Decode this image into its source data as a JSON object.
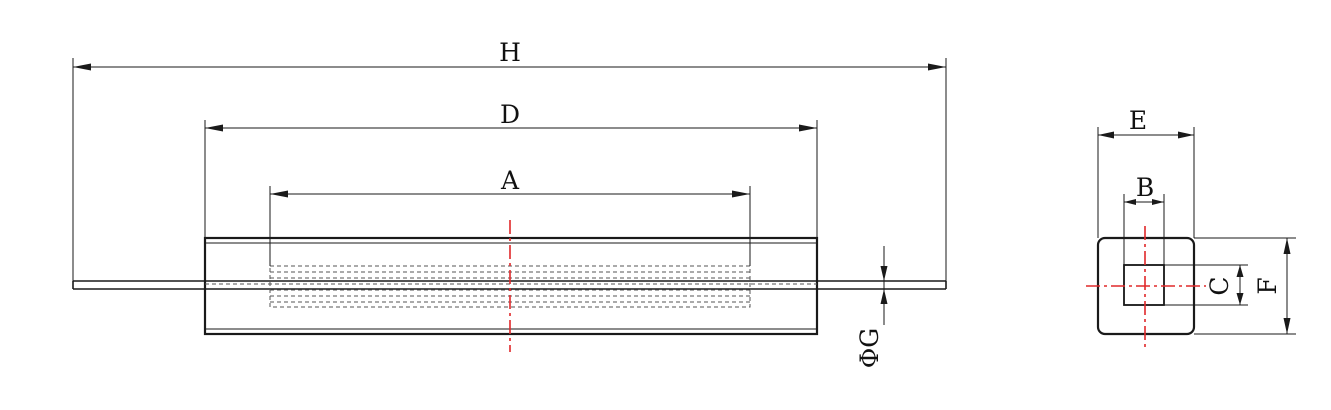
{
  "labels": {
    "H": "H",
    "D": "D",
    "A": "A",
    "G": "ΦG",
    "E": "E",
    "B": "B",
    "C": "C",
    "F": "F"
  },
  "colors": {
    "line": "#1a1a1a",
    "centerline": "#e0282a",
    "background": "#ffffff"
  }
}
